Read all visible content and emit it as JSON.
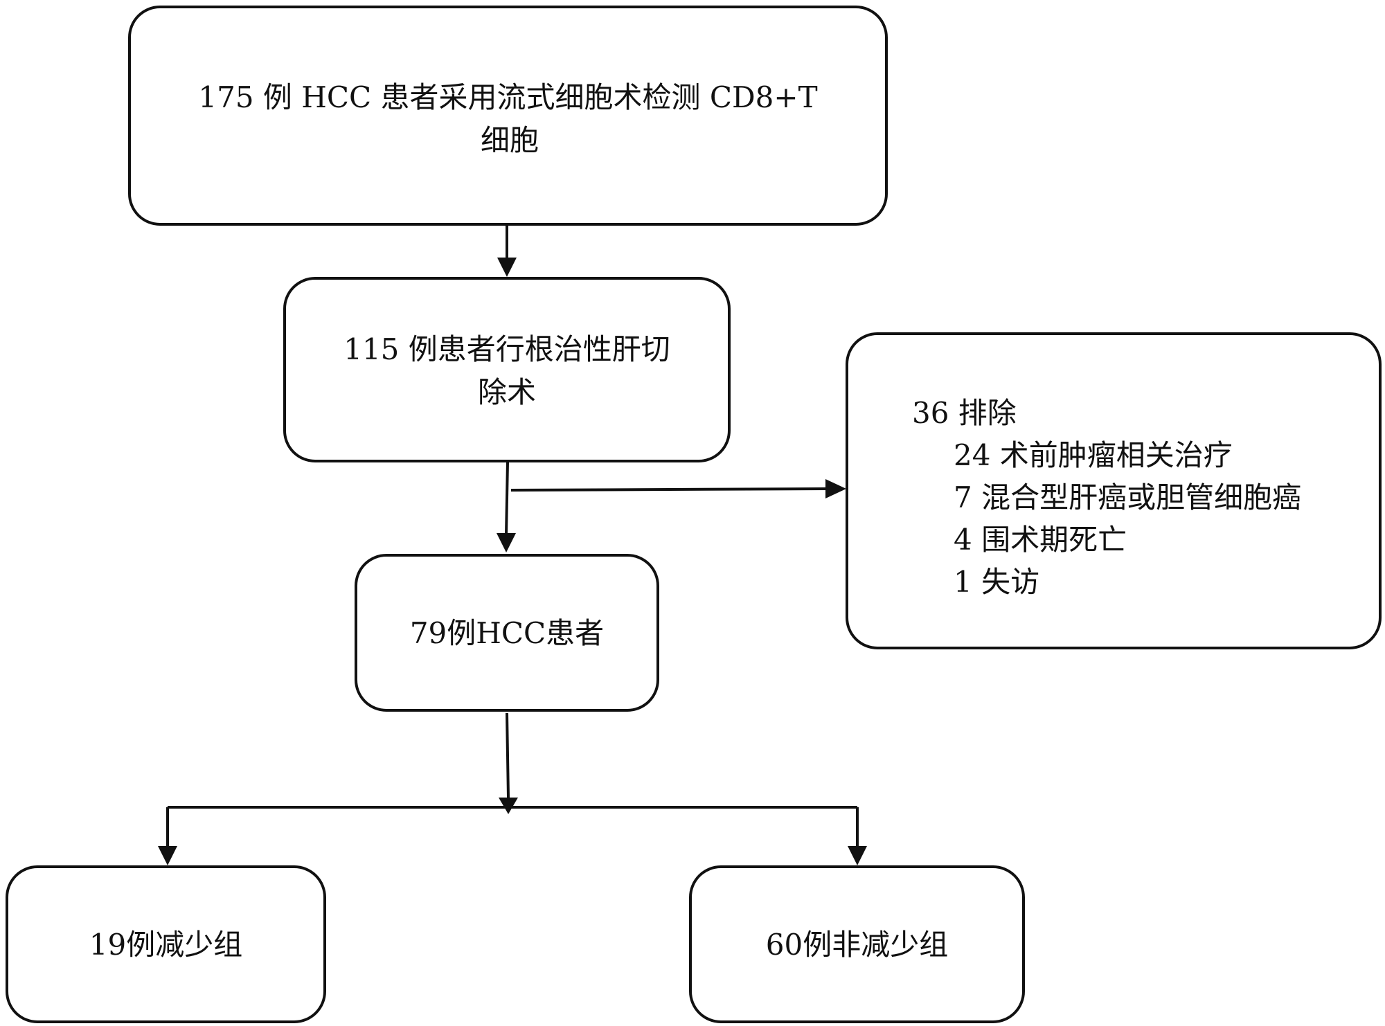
{
  "flowchart": {
    "step1": {
      "line1": "175 例 HCC 患者采用流式细胞术检测 CD8+T",
      "line2": "细胞"
    },
    "step2": {
      "line1": "115 例患者行根治性肝切",
      "line2": "除术"
    },
    "exclusion": {
      "title": "36 排除",
      "reasons": [
        "24 术前肿瘤相关治疗",
        "7 混合型肝癌或胆管细胞癌",
        "4 围术期死亡",
        "1 失访"
      ]
    },
    "step3": {
      "label": "79例HCC患者"
    },
    "group_low": {
      "label": "19例减少组"
    },
    "group_non_low": {
      "label": "60例非减少组"
    }
  }
}
